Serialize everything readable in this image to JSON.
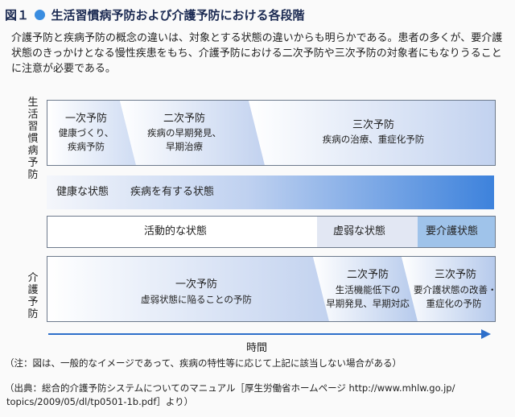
{
  "figure": {
    "label": "図１",
    "title": "生活習慣病予防および介護予防における各段階"
  },
  "intro": "介護予防と疾病予防の概念の違いは、対象とする状態の違いからも明らかである。患者の多くが、要介護状態のきっかけとなる慢性疾患をもち、介護予防における二次予防や三次予防の対象者にもなりうることに注意が必要である。",
  "lifestyle": {
    "side_label": "生活習慣病予防",
    "primary": {
      "title": "一次予防",
      "desc1": "健康づくり、",
      "desc2": "疾病予防"
    },
    "secondary": {
      "title": "二次予防",
      "desc1": "疾病の早期発見、",
      "desc2": "早期治療"
    },
    "tertiary": {
      "title": "三次予防",
      "desc1": "疾病の治療、重症化予防"
    }
  },
  "health_bar": {
    "label1": "健康な状態",
    "label2": "疾病を有する状態"
  },
  "state_bar": {
    "active": "活動的な状態",
    "frail": "虚弱な状態",
    "care": "要介護状態"
  },
  "care": {
    "side_label": "介護予防",
    "primary": {
      "title": "一次予防",
      "desc1": "虚弱状態に陥ることの予防"
    },
    "secondary": {
      "title": "二次予防",
      "desc1": "生活機能低下の",
      "desc2": "早期発見、早期対応"
    },
    "tertiary": {
      "title": "三次予防",
      "desc1": "要介護状態の改善・",
      "desc2": "重症化の予防"
    }
  },
  "axis_label": "時間",
  "note": "（注：図は、一般的なイメージであって、疾病の特性等に応じて上記に該当しない場合がある）",
  "source_line1": "（出典：総合的介護予防システムについてのマニュアル［厚生労働省ホームページ http://www.mhlw.go.jp/",
  "source_line2": "topics/2009/05/dl/tp0501-1b.pdf］より）",
  "colors": {
    "accent": "#3a8de0",
    "dark_blue": "#2e6fca",
    "light_blue": "#dfe6f6",
    "frame": "#6d7a8c"
  }
}
